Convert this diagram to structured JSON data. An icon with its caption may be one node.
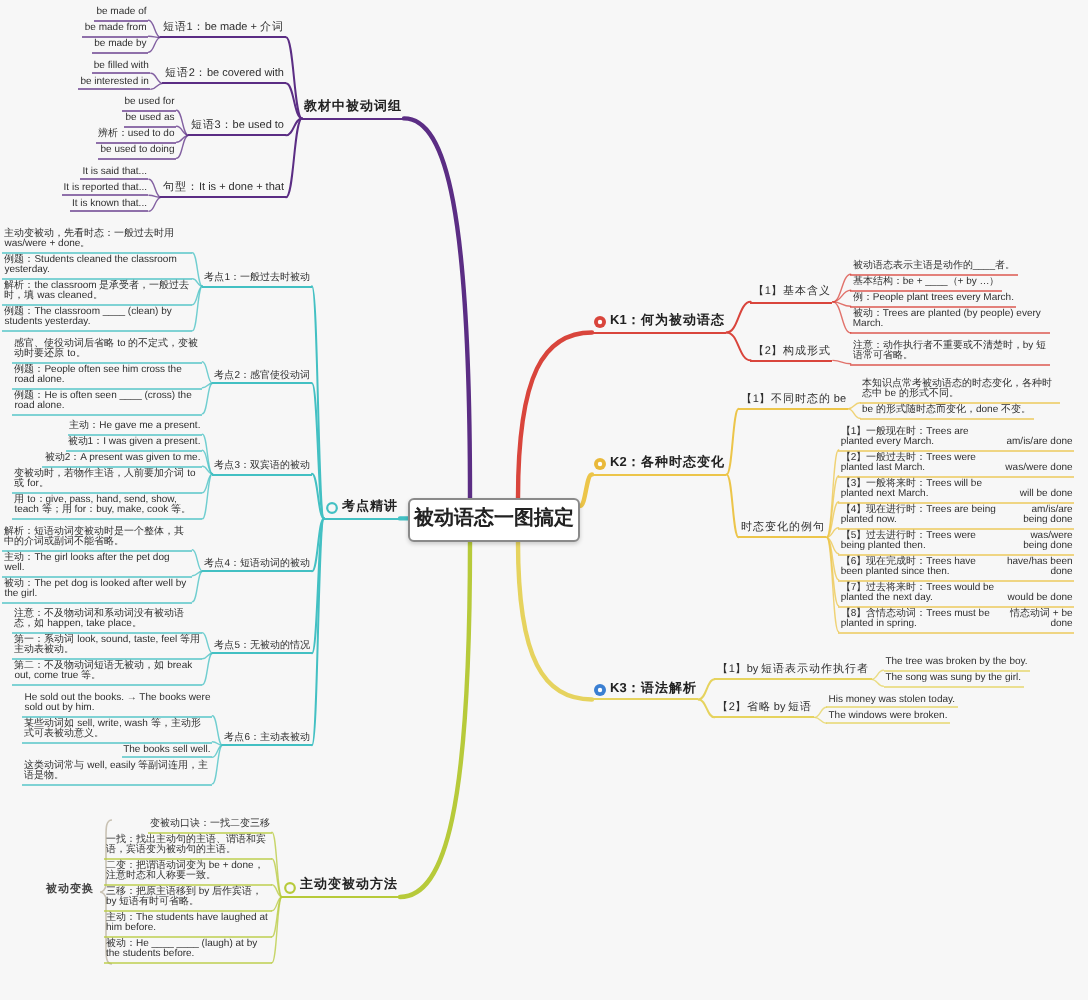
{
  "diagram": {
    "nodes": [
      {
        "text": [
          "被动语态一图搞定"
        ]
      },
      {
        "text": [
          "K1：何为被动语态"
        ]
      },
      {
        "text": [
          "【1】基本含义"
        ]
      },
      {
        "text": [
          "【2】构成形式"
        ]
      },
      {
        "text": [
          "被动语态表示主语是动作的____者。"
        ]
      },
      {
        "text": [
          "基本结构：be + ____（+ by …）"
        ]
      },
      {
        "text": [
          "例：People plant trees every March."
        ]
      },
      {
        "text": [
          "被动：Trees are planted (by people) every March."
        ]
      },
      {
        "text": [
          "注意：动作执行者不重要或不清楚时，by 短语常可省略。"
        ]
      },
      {
        "text": [
          "K2：各种时态变化"
        ]
      },
      {
        "text": [
          "【1】不同时态的 be"
        ]
      },
      {
        "text": [
          "时态变化的例句"
        ]
      },
      {
        "text": [
          "本知识点常考被动语态的时态变化，各种时态中 be 的形式不同。"
        ]
      },
      {
        "text": [
          "be 的形式随时态而变化，done 不变。"
        ]
      },
      {
        "text": [
          "【1】一般现在时：Trees are planted every March.",
          "am/is/are done"
        ]
      },
      {
        "text": [
          "【2】一般过去时：Trees were planted last March.",
          "was/were done"
        ]
      },
      {
        "text": [
          "【3】一般将来时：Trees will be planted next March.",
          "will be done"
        ]
      },
      {
        "text": [
          "【4】现在进行时：Trees are being planted now.",
          "am/is/are being done"
        ]
      },
      {
        "text": [
          "【5】过去进行时：Trees were being planted then.",
          "was/were being done"
        ]
      },
      {
        "text": [
          "【6】现在完成时：Trees have been planted since then.",
          "have/has been done"
        ]
      },
      {
        "text": [
          "【7】过去将来时：Trees would be planted the next day.",
          "would be done"
        ]
      },
      {
        "text": [
          "【8】含情态动词：Trees must be planted in spring.",
          "情态动词 + be done"
        ]
      },
      {
        "text": [
          "K3：语法解析"
        ]
      },
      {
        "text": [
          "【1】by 短语表示动作执行者"
        ]
      },
      {
        "text": [
          "【2】省略 by 短语"
        ]
      },
      {
        "text": [
          "The tree was broken by the boy."
        ]
      },
      {
        "text": [
          "The song was sung by the girl."
        ]
      },
      {
        "text": [
          "His money was stolen today."
        ]
      },
      {
        "text": [
          "The windows were broken."
        ]
      },
      {
        "text": [
          "教材中被动词组"
        ]
      },
      {
        "text": [
          "短语1：be made + 介词"
        ]
      },
      {
        "text": [
          "短语2：be covered with"
        ]
      },
      {
        "text": [
          "短语3：be used to"
        ]
      },
      {
        "text": [
          "句型：It is + done + that"
        ]
      },
      {
        "text": [
          "be made of"
        ]
      },
      {
        "text": [
          "be made from"
        ]
      },
      {
        "text": [
          "be made by"
        ]
      },
      {
        "text": [
          "be filled with"
        ]
      },
      {
        "text": [
          "be interested in"
        ]
      },
      {
        "text": [
          "be used for"
        ]
      },
      {
        "text": [
          "be used as"
        ]
      },
      {
        "text": [
          "辨析：used to do"
        ]
      },
      {
        "text": [
          "be used to doing"
        ]
      },
      {
        "text": [
          "It is said that..."
        ]
      },
      {
        "text": [
          "It is reported that..."
        ]
      },
      {
        "text": [
          "It is known that..."
        ]
      },
      {
        "text": [
          "考点精讲"
        ]
      },
      {
        "text": [
          "考点1：一般过去时被动"
        ]
      },
      {
        "text": [
          "考点2：感官使役动词"
        ]
      },
      {
        "text": [
          "考点3：双宾语的被动"
        ]
      },
      {
        "text": [
          "考点4：短语动词的被动"
        ]
      },
      {
        "text": [
          "考点5：无被动的情况"
        ]
      },
      {
        "text": [
          "考点6：主动表被动"
        ]
      },
      {
        "text": [
          "主动变被动，先看时态：一般过去时用 was/were + done。"
        ]
      },
      {
        "text": [
          "例题：Students cleaned the classroom yesterday."
        ]
      },
      {
        "text": [
          "解析：the classroom 是承受者，一般过去时，填 was cleaned。"
        ]
      },
      {
        "text": [
          "例题：The classroom ____ (clean) by students yesterday."
        ]
      },
      {
        "text": [
          "感官、使役动词后省略 to 的不定式，变被动时要还原 to。"
        ]
      },
      {
        "text": [
          "例题：People often see him cross the road alone."
        ]
      },
      {
        "text": [
          "例题：He is often seen ____ (cross) the road alone."
        ]
      },
      {
        "text": [
          "主动：He gave me a present."
        ]
      },
      {
        "text": [
          "被动1：I was given a present."
        ]
      },
      {
        "text": [
          "被动2：A present was given to me."
        ]
      },
      {
        "text": [
          "变被动时，若物作主语，人前要加介词 to 或 for。"
        ]
      },
      {
        "text": [
          "用 to：give, pass, hand, send, show, teach 等；用 for：buy, make, cook 等。"
        ]
      },
      {
        "text": [
          "解析：短语动词变被动时是一个整体，其中的介词或副词不能省略。"
        ]
      },
      {
        "text": [
          "主动：The girl looks after the pet dog well."
        ]
      },
      {
        "text": [
          "被动：The pet dog is looked after well by the girl."
        ]
      },
      {
        "text": [
          "注意：不及物动词和系动词没有被动语态，如 happen, take place。"
        ]
      },
      {
        "text": [
          "第一：系动词 look, sound, taste, feel 等用主动表被动。"
        ]
      },
      {
        "text": [
          "第二：不及物动词短语无被动，如 break out, come true 等。"
        ]
      },
      {
        "text": [
          "He sold out the books. → The books were sold out by him."
        ]
      },
      {
        "text": [
          "某些动词如 sell, write, wash 等，主动形式可表被动意义。"
        ]
      },
      {
        "text": [
          "The books sell well."
        ]
      },
      {
        "text": [
          "这类动词常与 well, easily 等副词连用，主语是物。"
        ]
      },
      {
        "text": [
          "主动变被动方法"
        ]
      },
      {
        "text": [
          "变被动口诀：一找二变三移"
        ]
      },
      {
        "text": [
          "一找：找出主动句的主语、谓语和宾语，宾语变为被动句的主语。"
        ]
      },
      {
        "text": [
          "二变：把谓语动词变为 be + done，注意时态和人称要一致。"
        ]
      },
      {
        "text": [
          "三移：把原主语移到 by 后作宾语，by 短语有时可省略。"
        ]
      },
      {
        "text": [
          "主动：The students have laughed at him before."
        ]
      },
      {
        "text": [
          "被动：He ____ ____ (laugh) at by the students before."
        ]
      },
      {
        "text": [
          "被动变换"
        ]
      }
    ],
    "edges": [
      {
        "from": 0,
        "to": 1,
        "arrow": "none",
        "style": "thick",
        "color": "#d9453c"
      },
      {
        "from": 1,
        "to": 2,
        "arrow": "none",
        "color": "#d9453c"
      },
      {
        "from": 1,
        "to": 3,
        "arrow": "none",
        "color": "#d9453c"
      },
      {
        "from": 2,
        "to": 4,
        "arrow": "none",
        "color": "#d9453c"
      },
      {
        "from": 2,
        "to": 5,
        "arrow": "none",
        "color": "#d9453c"
      },
      {
        "from": 2,
        "to": 6,
        "arrow": "none",
        "color": "#d9453c"
      },
      {
        "from": 2,
        "to": 7,
        "arrow": "none",
        "color": "#d9453c"
      },
      {
        "from": 3,
        "to": 8,
        "arrow": "none",
        "color": "#d9453c"
      },
      {
        "from": 0,
        "to": 9,
        "arrow": "none",
        "style": "thick",
        "color": "#ecc54a"
      },
      {
        "from": 9,
        "to": 10,
        "arrow": "none",
        "color": "#ecc54a"
      },
      {
        "from": 9,
        "to": 11,
        "arrow": "none",
        "color": "#ecc54a"
      },
      {
        "from": 10,
        "to": 12,
        "arrow": "none",
        "color": "#ecc54a"
      },
      {
        "from": 10,
        "to": 13,
        "arrow": "none",
        "color": "#ecc54a"
      },
      {
        "from": 11,
        "to": 14,
        "arrow": "none",
        "color": "#ecc54a"
      },
      {
        "from": 11,
        "to": 15,
        "arrow": "none",
        "color": "#ecc54a"
      },
      {
        "from": 11,
        "to": 16,
        "arrow": "none",
        "color": "#ecc54a"
      },
      {
        "from": 11,
        "to": 17,
        "arrow": "none",
        "color": "#ecc54a"
      },
      {
        "from": 11,
        "to": 18,
        "arrow": "none",
        "color": "#ecc54a"
      },
      {
        "from": 11,
        "to": 19,
        "arrow": "none",
        "color": "#ecc54a"
      },
      {
        "from": 11,
        "to": 20,
        "arrow": "none",
        "color": "#ecc54a"
      },
      {
        "from": 11,
        "to": 21,
        "arrow": "none",
        "color": "#ecc54a"
      },
      {
        "from": 0,
        "to": 22,
        "arrow": "none",
        "style": "thick",
        "color": "#e6d35e"
      },
      {
        "from": 22,
        "to": 23,
        "arrow": "none",
        "color": "#e6d35e"
      },
      {
        "from": 22,
        "to": 24,
        "arrow": "none",
        "color": "#e6d35e"
      },
      {
        "from": 23,
        "to": 25,
        "arrow": "none",
        "color": "#e6d35e"
      },
      {
        "from": 23,
        "to": 26,
        "arrow": "none",
        "color": "#e6d35e"
      },
      {
        "from": 24,
        "to": 27,
        "arrow": "none",
        "color": "#e6d35e"
      },
      {
        "from": 24,
        "to": 28,
        "arrow": "none",
        "color": "#e6d35e"
      },
      {
        "from": 0,
        "to": 29,
        "arrow": "none",
        "style": "thick",
        "color": "#5b2d84"
      },
      {
        "from": 29,
        "to": 30,
        "arrow": "none",
        "color": "#5b2d84"
      },
      {
        "from": 29,
        "to": 31,
        "arrow": "none",
        "color": "#5b2d84"
      },
      {
        "from": 29,
        "to": 32,
        "arrow": "none",
        "color": "#5b2d84"
      },
      {
        "from": 29,
        "to": 33,
        "arrow": "none",
        "color": "#5b2d84"
      },
      {
        "from": 30,
        "to": 34,
        "arrow": "none",
        "color": "#5b2d84"
      },
      {
        "from": 30,
        "to": 35,
        "arrow": "none",
        "color": "#5b2d84"
      },
      {
        "from": 30,
        "to": 36,
        "arrow": "none",
        "color": "#5b2d84"
      },
      {
        "from": 31,
        "to": 37,
        "arrow": "none",
        "color": "#5b2d84"
      },
      {
        "from": 31,
        "to": 38,
        "arrow": "none",
        "color": "#5b2d84"
      },
      {
        "from": 32,
        "to": 39,
        "arrow": "none",
        "color": "#5b2d84"
      },
      {
        "from": 32,
        "to": 40,
        "arrow": "none",
        "color": "#5b2d84"
      },
      {
        "from": 32,
        "to": 41,
        "arrow": "none",
        "color": "#5b2d84"
      },
      {
        "from": 32,
        "to": 42,
        "arrow": "none",
        "color": "#5b2d84"
      },
      {
        "from": 33,
        "to": 43,
        "arrow": "none",
        "color": "#5b2d84"
      },
      {
        "from": 33,
        "to": 44,
        "arrow": "none",
        "color": "#5b2d84"
      },
      {
        "from": 33,
        "to": 45,
        "arrow": "none",
        "color": "#5b2d84"
      },
      {
        "from": 0,
        "to": 46,
        "arrow": "none",
        "style": "thick"
      },
      {
        "from": 46,
        "to": 47,
        "arrow": "none"
      },
      {
        "from": 46,
        "to": 48,
        "arrow": "none"
      },
      {
        "from": 46,
        "to": 49,
        "arrow": "none"
      },
      {
        "from": 46,
        "to": 50,
        "arrow": "none"
      },
      {
        "from": 46,
        "to": 51,
        "arrow": "none"
      },
      {
        "from": 46,
        "to": 52,
        "arrow": "none"
      },
      {
        "from": 47,
        "to": 53,
        "arrow": "none"
      },
      {
        "from": 47,
        "to": 54,
        "arrow": "none"
      },
      {
        "from": 47,
        "to": 55,
        "arrow": "none"
      },
      {
        "from": 47,
        "to": 56,
        "arrow": "none"
      },
      {
        "from": 48,
        "to": 57,
        "arrow": "none"
      },
      {
        "from": 48,
        "to": 58,
        "arrow": "none"
      },
      {
        "from": 48,
        "to": 59,
        "arrow": "none"
      },
      {
        "from": 49,
        "to": 60,
        "arrow": "none"
      },
      {
        "from": 49,
        "to": 61,
        "arrow": "none"
      },
      {
        "from": 49,
        "to": 62,
        "arrow": "none"
      },
      {
        "from": 49,
        "to": 63,
        "arrow": "none"
      },
      {
        "from": 49,
        "to": 64,
        "arrow": "none"
      },
      {
        "from": 50,
        "to": 65,
        "arrow": "none"
      },
      {
        "from": 50,
        "to": 66,
        "arrow": "none"
      },
      {
        "from": 50,
        "to": 67,
        "arrow": "none"
      },
      {
        "from": 51,
        "to": 68,
        "arrow": "none"
      },
      {
        "from": 51,
        "to": 69,
        "arrow": "none"
      },
      {
        "from": 51,
        "to": 70,
        "arrow": "none"
      },
      {
        "from": 52,
        "to": 71,
        "arrow": "none"
      },
      {
        "from": 52,
        "to": 72,
        "arrow": "none"
      },
      {
        "from": 52,
        "to": 73,
        "arrow": "none"
      },
      {
        "from": 52,
        "to": 74,
        "arrow": "none"
      },
      {
        "from": 0,
        "to": 75,
        "arrow": "none",
        "style": "thick",
        "color": "#b7ca3a"
      },
      {
        "from": 75,
        "to": 76,
        "arrow": "none",
        "color": "#b7ca3a"
      },
      {
        "from": 75,
        "to": 77,
        "arrow": "none",
        "color": "#b7ca3a"
      },
      {
        "from": 75,
        "to": 78,
        "arrow": "none",
        "color": "#b7ca3a"
      },
      {
        "from": 75,
        "to": 79,
        "arrow": "none",
        "color": "#b7ca3a"
      },
      {
        "from": 75,
        "to": 80,
        "arrow": "none",
        "color": "#b7ca3a"
      },
      {
        "from": 75,
        "to": 81,
        "arrow": "none",
        "color": "#b7ca3a"
      }
    ]
  }
}
